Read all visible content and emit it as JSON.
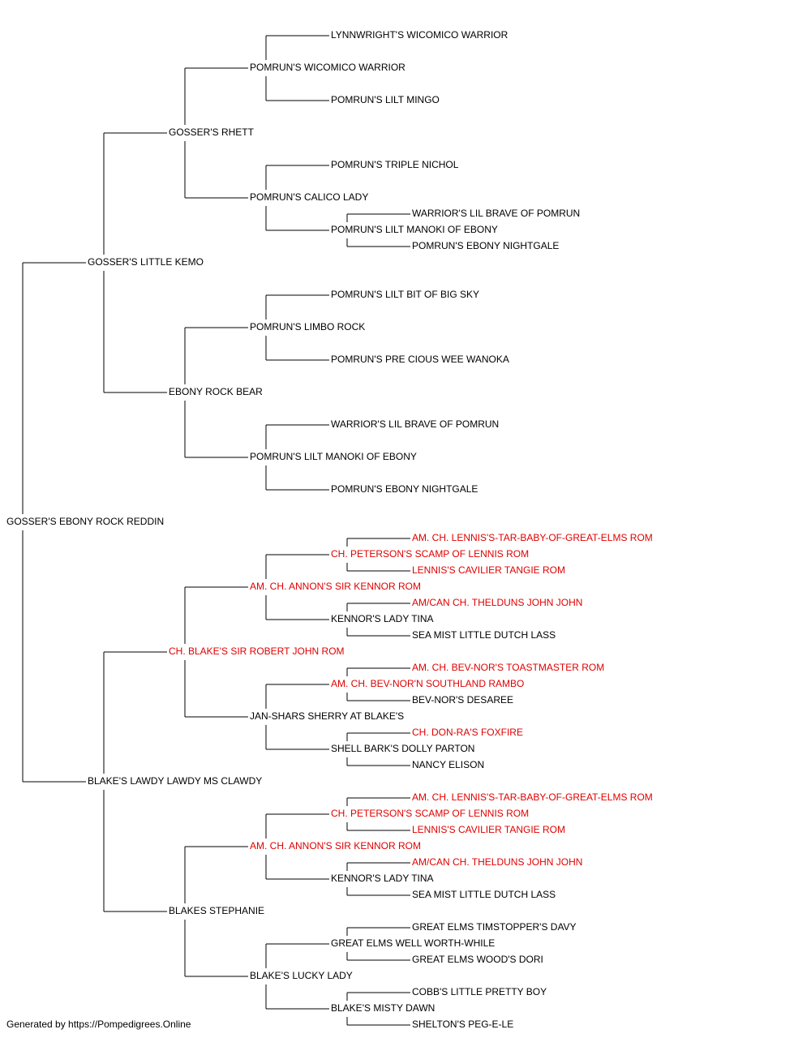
{
  "colors": {
    "normal": "#000000",
    "titled": "#e00000",
    "line": "#000000"
  },
  "footer": "Generated by https://Pompedigrees.Online",
  "pedigree": {
    "name": "GOSSER'S EBONY ROCK REDDIN",
    "titled": false,
    "sire": {
      "name": "GOSSER'S LITTLE KEMO",
      "titled": false,
      "sire": {
        "name": "GOSSER'S RHETT",
        "titled": false,
        "sire": {
          "name": "POMRUN'S WICOMICO WARRIOR",
          "titled": false,
          "sire": {
            "name": "LYNNWRIGHT'S WICOMICO WARRIOR",
            "titled": false
          },
          "dam": {
            "name": "POMRUN'S LILT MINGO",
            "titled": false
          }
        },
        "dam": {
          "name": "POMRUN'S CALICO LADY",
          "titled": false,
          "sire": {
            "name": "POMRUN'S TRIPLE NICHOL",
            "titled": false
          },
          "dam": {
            "name": "POMRUN'S LILT MANOKI OF EBONY",
            "titled": false,
            "sire": {
              "name": "WARRIOR'S LIL BRAVE OF POMRUN",
              "titled": false
            },
            "dam": {
              "name": "POMRUN'S EBONY NIGHTGALE",
              "titled": false
            }
          }
        }
      },
      "dam": {
        "name": "EBONY ROCK BEAR",
        "titled": false,
        "sire": {
          "name": "POMRUN'S LIMBO ROCK",
          "titled": false,
          "sire": {
            "name": "POMRUN'S LILT BIT OF BIG SKY",
            "titled": false
          },
          "dam": {
            "name": "POMRUN'S PRE CIOUS WEE WANOKA",
            "titled": false
          }
        },
        "dam": {
          "name": "POMRUN'S LILT MANOKI OF EBONY",
          "titled": false,
          "sire": {
            "name": "WARRIOR'S LIL BRAVE OF POMRUN",
            "titled": false
          },
          "dam": {
            "name": "POMRUN'S EBONY NIGHTGALE",
            "titled": false
          }
        }
      }
    },
    "dam": {
      "name": "BLAKE'S LAWDY LAWDY MS CLAWDY",
      "titled": false,
      "sire": {
        "name": "CH. BLAKE'S SIR ROBERT JOHN ROM",
        "titled": true,
        "sire": {
          "name": "AM. CH. ANNON'S SIR KENNOR ROM",
          "titled": true,
          "sire": {
            "name": "CH. PETERSON'S SCAMP OF LENNIS ROM",
            "titled": true,
            "sire": {
              "name": "AM. CH. LENNIS'S-TAR-BABY-OF-GREAT-ELMS ROM",
              "titled": true
            },
            "dam": {
              "name": "LENNIS'S CAVILIER TANGIE ROM",
              "titled": true
            }
          },
          "dam": {
            "name": "KENNOR'S LADY TINA",
            "titled": false,
            "sire": {
              "name": "AM/CAN CH. THELDUNS JOHN JOHN",
              "titled": true
            },
            "dam": {
              "name": "SEA MIST LITTLE DUTCH LASS",
              "titled": false
            }
          }
        },
        "dam": {
          "name": "JAN-SHARS SHERRY AT BLAKE'S",
          "titled": false,
          "sire": {
            "name": "AM. CH. BEV-NOR'N SOUTHLAND RAMBO",
            "titled": true,
            "sire": {
              "name": "AM. CH. BEV-NOR'S TOASTMASTER ROM",
              "titled": true
            },
            "dam": {
              "name": "BEV-NOR'S DESAREE",
              "titled": false
            }
          },
          "dam": {
            "name": "SHELL BARK'S DOLLY PARTON",
            "titled": false,
            "sire": {
              "name": "CH. DON-RA'S FOXFIRE",
              "titled": true
            },
            "dam": {
              "name": "NANCY ELISON",
              "titled": false
            }
          }
        }
      },
      "dam": {
        "name": "BLAKES STEPHANIE",
        "titled": false,
        "sire": {
          "name": "AM. CH. ANNON'S SIR KENNOR ROM",
          "titled": true,
          "sire": {
            "name": "CH. PETERSON'S SCAMP OF LENNIS ROM",
            "titled": true,
            "sire": {
              "name": "AM. CH. LENNIS'S-TAR-BABY-OF-GREAT-ELMS ROM",
              "titled": true
            },
            "dam": {
              "name": "LENNIS'S CAVILIER TANGIE ROM",
              "titled": true
            }
          },
          "dam": {
            "name": "KENNOR'S LADY TINA",
            "titled": false,
            "sire": {
              "name": "AM/CAN CH. THELDUNS JOHN JOHN",
              "titled": true
            },
            "dam": {
              "name": "SEA MIST LITTLE DUTCH LASS",
              "titled": false
            }
          }
        },
        "dam": {
          "name": "BLAKE'S LUCKY LADY",
          "titled": false,
          "sire": {
            "name": "GREAT ELMS WELL WORTH-WHILE",
            "titled": false,
            "sire": {
              "name": "GREAT ELMS TIMSTOPPER'S DAVY",
              "titled": false
            },
            "dam": {
              "name": "GREAT ELMS WOOD'S DORI",
              "titled": false
            }
          },
          "dam": {
            "name": "BLAKE'S MISTY DAWN",
            "titled": false,
            "sire": {
              "name": "COBB'S LITTLE PRETTY BOY",
              "titled": false
            },
            "dam": {
              "name": "SHELTON'S PEG-E-LE",
              "titled": false
            }
          }
        }
      }
    }
  }
}
